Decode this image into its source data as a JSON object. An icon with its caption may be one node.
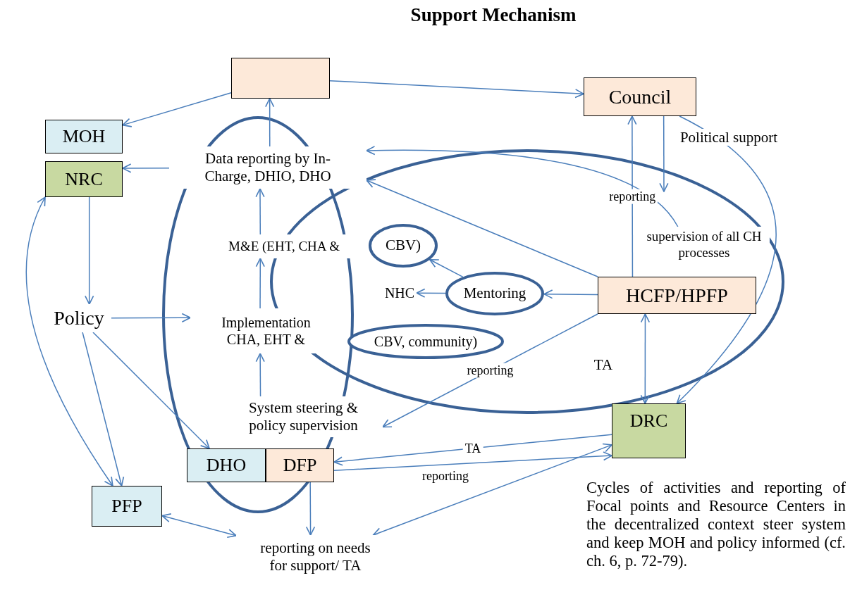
{
  "diagram": {
    "title": "Support Mechanism",
    "nodes": [
      {
        "text": [],
        "shape": "box"
      },
      {
        "text": [
          "Council"
        ]
      },
      {
        "text": [
          "MOH"
        ]
      },
      {
        "text": [
          "NRC"
        ]
      },
      {
        "text": [
          "Data reporting by In-Charge, DHIO, DHO"
        ]
      },
      {
        "text": [
          "M&E (EHT, CHA &"
        ]
      },
      {
        "text": [
          "CBV)"
        ]
      },
      {
        "text": [
          "NHC"
        ]
      },
      {
        "text": [
          "Mentoring"
        ]
      },
      {
        "text": [
          "supervision of all CH processes"
        ]
      },
      {
        "text": [
          "HCFP/HPFP"
        ]
      },
      {
        "text": [
          "Policy"
        ]
      },
      {
        "text": [
          "Implementation CHA, EHT &"
        ]
      },
      {
        "text": [
          "CBV, community)"
        ]
      },
      {
        "text": [
          "System steering & policy supervision"
        ]
      },
      {
        "text": [
          "DHO"
        ]
      },
      {
        "text": [
          "DFP"
        ]
      },
      {
        "text": [
          "DRC"
        ]
      },
      {
        "text": [
          "PFP"
        ]
      },
      {
        "text": [
          "reporting on needs for support/ TA"
        ]
      }
    ],
    "edges": [
      {
        "from": 0,
        "to": 2,
        "arrow": "to"
      },
      {
        "from": 0,
        "to": 1,
        "arrow": "to"
      },
      {
        "from": 4,
        "to": 0,
        "arrow": "to"
      },
      {
        "from": 4,
        "to": 3,
        "arrow": "to"
      },
      {
        "from": 5,
        "to": 4,
        "arrow": "to"
      },
      {
        "from": 12,
        "to": 5,
        "arrow": "to"
      },
      {
        "from": 14,
        "to": 12,
        "arrow": "to"
      },
      {
        "from": 3,
        "to": 11,
        "arrow": "to"
      },
      {
        "from": 11,
        "to": 12,
        "arrow": "to"
      },
      {
        "from": 11,
        "to": 18,
        "arrow": "to"
      },
      {
        "from": 11,
        "to": 15,
        "arrow": "to"
      },
      {
        "from": 18,
        "to": 3,
        "arrow": "both"
      },
      {
        "from": 10,
        "to": 1,
        "arrow": "to",
        "label": "reporting"
      },
      {
        "from": 1,
        "to": null,
        "arrow": "to",
        "label": "Political support"
      },
      {
        "from": 1,
        "to": 17,
        "arrow": "to"
      },
      {
        "from": 10,
        "to": 8,
        "arrow": "to"
      },
      {
        "from": 8,
        "to": 6,
        "arrow": "to"
      },
      {
        "from": 8,
        "to": 7,
        "arrow": "to"
      },
      {
        "from": 10,
        "to": 4,
        "arrow": "to"
      },
      {
        "from": 9,
        "to": 4,
        "arrow": "to"
      },
      {
        "from": 10,
        "to": 17,
        "arrow": "both",
        "label": "TA"
      },
      {
        "from": 10,
        "to": 14,
        "arrow": "to",
        "label": "reporting"
      },
      {
        "from": 17,
        "to": 16,
        "arrow": "to",
        "label": "TA"
      },
      {
        "from": 16,
        "to": 17,
        "arrow": "to",
        "label": "reporting"
      },
      {
        "from": 16,
        "to": 19,
        "arrow": "to"
      },
      {
        "from": 18,
        "to": 19,
        "arrow": "both"
      },
      {
        "from": 19,
        "to": 17,
        "arrow": "both"
      }
    ],
    "labels": [
      "Cycles of activities and reporting of Focal points and Resource Centers in the decentralized context steer system and keep MOH and policy informed (cf. ch. 6, p. 72-79)."
    ]
  }
}
